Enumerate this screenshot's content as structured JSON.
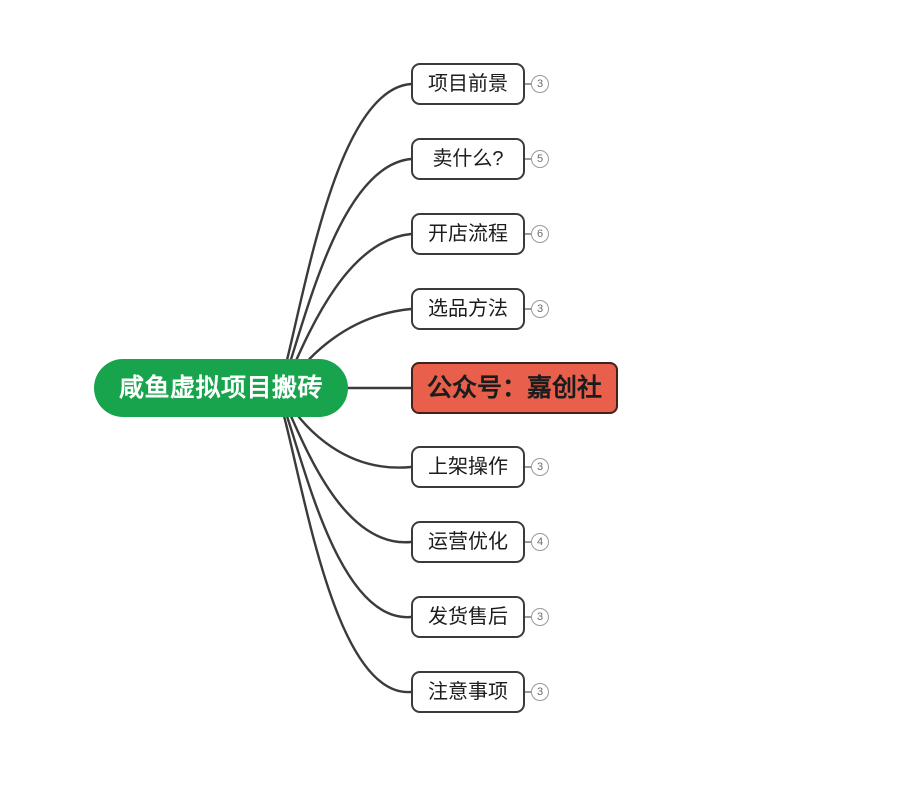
{
  "diagram": {
    "type": "mind-map",
    "orientation": "left-root-right-branches",
    "background_color": "#ffffff",
    "root": {
      "label": "咸鱼虚拟项目搬砖",
      "fill_color": "#17a44c",
      "text_color": "#ffffff",
      "shape": "pill"
    },
    "edge_color": "#3b3b3b",
    "branches": [
      {
        "label": "项目前景",
        "badge": "3",
        "highlight": false
      },
      {
        "label": "卖什么?",
        "badge": "5",
        "highlight": false
      },
      {
        "label": "开店流程",
        "badge": "6",
        "highlight": false
      },
      {
        "label": "选品方法",
        "badge": "3",
        "highlight": false
      },
      {
        "label": "公众号：嘉创社",
        "badge": "",
        "highlight": true,
        "fill_color": "#e8604c",
        "text_color": "#1c1c1c"
      },
      {
        "label": "上架操作",
        "badge": "3",
        "highlight": false
      },
      {
        "label": "运营优化",
        "badge": "4",
        "highlight": false
      },
      {
        "label": "发货售后",
        "badge": "3",
        "highlight": false
      },
      {
        "label": "注意事项",
        "badge": "3",
        "highlight": false
      }
    ]
  }
}
